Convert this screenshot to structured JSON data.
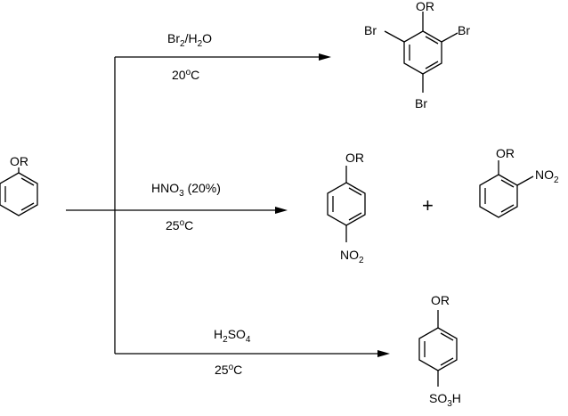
{
  "reactions": [
    {
      "reagent": {
        "main": "Br",
        "sub1": "2",
        "mid": "/H",
        "sub2": "2",
        "end": "O"
      },
      "condition": {
        "temp": "20",
        "sup": "o",
        "unit": "C"
      }
    },
    {
      "reagent": {
        "main": "HNO",
        "sub1": "3",
        "end": " (20%)"
      },
      "condition": {
        "temp": "25",
        "sup": "o",
        "unit": "C"
      }
    },
    {
      "reagent": {
        "main": "H",
        "sub1": "2",
        "mid": "SO",
        "sub2": "4"
      },
      "condition": {
        "temp": "25",
        "sup": "o",
        "unit": "C"
      }
    }
  ],
  "substituents": {
    "or": "OR",
    "br": "Br",
    "no2": {
      "main": "NO",
      "sub": "2"
    },
    "so3h": {
      "main": "SO",
      "sub": "3",
      "end": "H"
    }
  },
  "plus": "+"
}
